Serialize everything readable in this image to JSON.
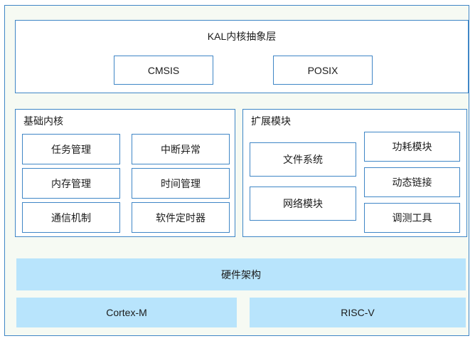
{
  "diagram": {
    "colors": {
      "stroke": "#3f86c6",
      "outer_background": "#f6faf3",
      "panel_background": "#ffffff",
      "hardware_fill": "#b8e4fc",
      "text": "#1b1b1b"
    },
    "kal_layer": {
      "title": "KAL内核抽象层",
      "boxes": [
        {
          "label": "CMSIS"
        },
        {
          "label": "POSIX"
        }
      ]
    },
    "base_kernel": {
      "caption": "基础内核",
      "boxes": [
        {
          "label": "任务管理"
        },
        {
          "label": "中断异常"
        },
        {
          "label": "内存管理"
        },
        {
          "label": "时间管理"
        },
        {
          "label": "通信机制"
        },
        {
          "label": "软件定时器"
        }
      ]
    },
    "extension_module": {
      "caption": "扩展模块",
      "left_boxes": [
        {
          "label": "文件系统"
        },
        {
          "label": "网络模块"
        }
      ],
      "right_boxes": [
        {
          "label": "功耗模块"
        },
        {
          "label": "动态链接"
        },
        {
          "label": "调测工具"
        }
      ]
    },
    "hardware": {
      "title": "硬件架构",
      "boxes": [
        {
          "label": "Cortex-M"
        },
        {
          "label": "RISC-V"
        }
      ]
    }
  }
}
